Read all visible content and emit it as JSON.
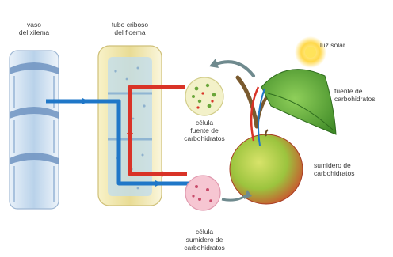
{
  "labels": {
    "xylem_vessel": [
      "vaso",
      "del xilema"
    ],
    "phloem_sieve_tube": [
      "tubo criboso",
      "del floema"
    ],
    "sunlight": "luz solar",
    "leaf_source": [
      "fuente de",
      "carbohidratos"
    ],
    "source_cell": [
      "célula",
      "fuente de",
      "carbohidratos"
    ],
    "fruit_sink": [
      "sumidero de",
      "carbohidratos"
    ],
    "sink_cell": [
      "célula",
      "sumidero de",
      "carbohidratos"
    ]
  },
  "colors": {
    "xylem_tube": "#c9dcef",
    "xylem_band": "#5f86b8",
    "phloem_tube": "#efe6b0",
    "red_path": "#d93327",
    "blue_path": "#1f77c8",
    "leaf": "#4d9a2e",
    "fruit_green": "#8fc23c",
    "fruit_red": "#d6452f",
    "source_cell": "#f3f1c9",
    "sink_cell": "#f6c6d2"
  }
}
